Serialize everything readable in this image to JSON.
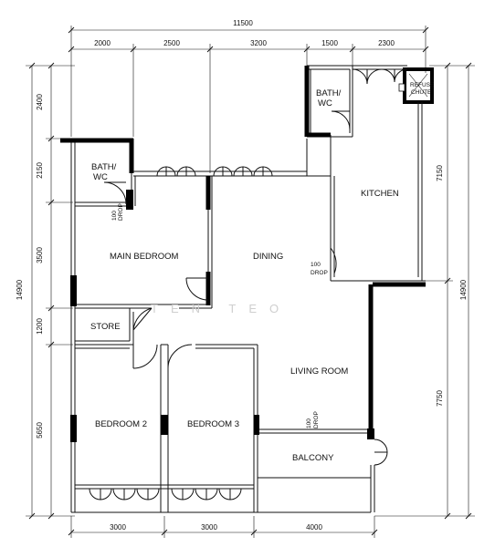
{
  "dimensions": {
    "top_total": "11500",
    "top": [
      "2000",
      "2500",
      "3200",
      "1500",
      "2300"
    ],
    "left": [
      "2400",
      "2150",
      "3500",
      "1200",
      "5650"
    ],
    "left_total": "14900",
    "right": [
      "7150",
      "7750"
    ],
    "right_total": "14900",
    "bottom": [
      "3000",
      "3000",
      "4000"
    ]
  },
  "rooms": {
    "bath_top_line1": "BATH/",
    "bath_top_line2": "WC",
    "bath_left_line1": "BATH/",
    "bath_left_line2": "WC",
    "kitchen": "KITCHEN",
    "refuse_line1": "REFUSE",
    "refuse_line2": "CHUTE",
    "main_bedroom": "MAIN BEDROOM",
    "dining": "DINING",
    "store": "STORE",
    "living_room": "LIVING ROOM",
    "bedroom2": "BEDROOM 2",
    "bedroom3": "BEDROOM 3",
    "balcony": "BALCONY"
  },
  "drops": {
    "bath_drop_num": "100",
    "bath_drop_word": "DROP",
    "kitchen_drop_num": "100",
    "kitchen_drop_word": "DROP",
    "balcony_drop_num": "100",
    "balcony_drop_word": "DROP"
  },
  "watermark": "TEN TEO"
}
